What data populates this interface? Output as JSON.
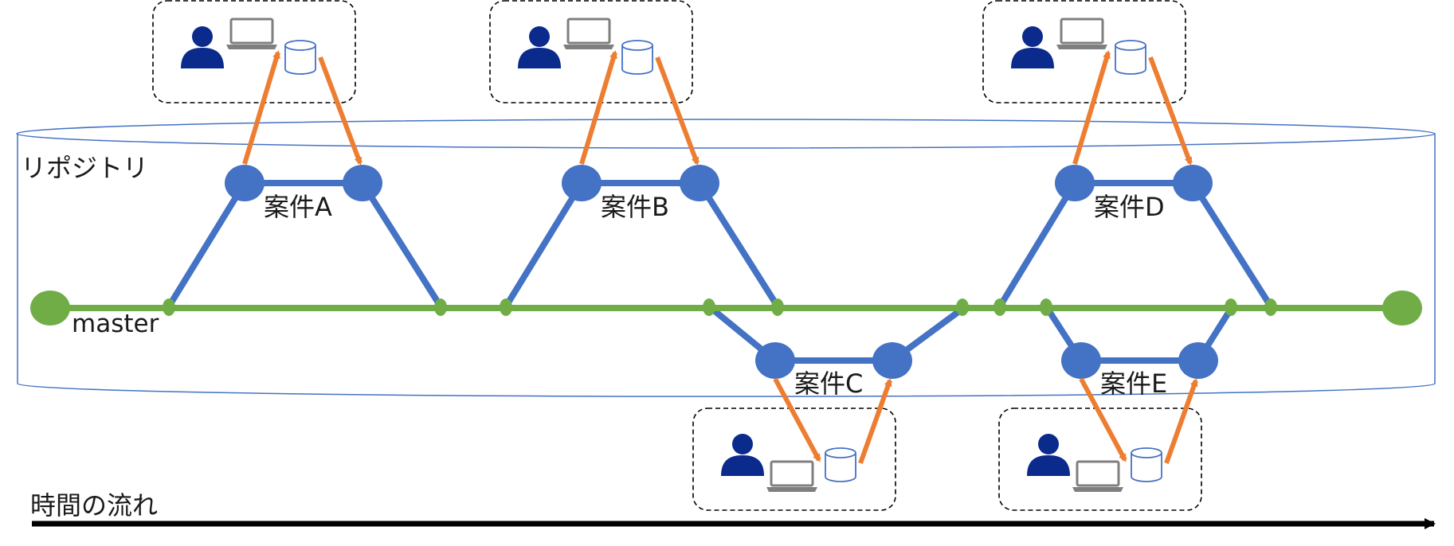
{
  "repository": {
    "label": "リポジトリ"
  },
  "branch": {
    "label": "master"
  },
  "timeline": {
    "label": "時間の流れ"
  },
  "features": [
    {
      "id": "A",
      "label": "案件A",
      "side": "top"
    },
    {
      "id": "B",
      "label": "案件B",
      "side": "top"
    },
    {
      "id": "C",
      "label": "案件C",
      "side": "bottom"
    },
    {
      "id": "D",
      "label": "案件D",
      "side": "top"
    },
    {
      "id": "E",
      "label": "案件E",
      "side": "bottom"
    }
  ],
  "colors": {
    "master_branch": "#70AD47",
    "feature_branch": "#4472C4",
    "sync_arrow": "#ED7D31",
    "user_icon": "#002080",
    "laptop_icon": "#7F7F7F",
    "repository_outline": "#4472C4",
    "time_arrow": "#000000"
  },
  "icons": [
    "user-icon",
    "laptop-icon",
    "database-icon"
  ]
}
